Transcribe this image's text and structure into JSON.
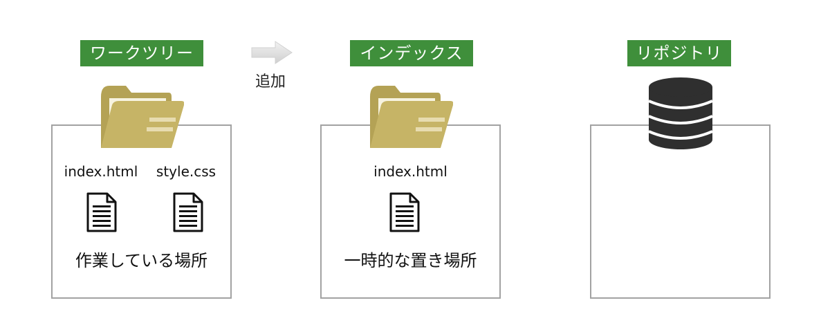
{
  "stages": {
    "worktree": {
      "label": "ワークツリー",
      "files": [
        "index.html",
        "style.css"
      ],
      "caption": "作業している場所"
    },
    "index": {
      "label": "インデックス",
      "files": [
        "index.html"
      ],
      "caption": "一時的な置き場所"
    },
    "repository": {
      "label": "リポジトリ"
    }
  },
  "arrow": {
    "label": "追加"
  },
  "colors": {
    "label_bg": "#3f8f3b",
    "box_border": "#a2a2a2",
    "folder": "#c6b466",
    "database": "#2f2f2f"
  },
  "icons": {
    "folder": "folder-icon",
    "file": "document-icon",
    "database": "database-icon",
    "arrow": "right-arrow-icon"
  }
}
